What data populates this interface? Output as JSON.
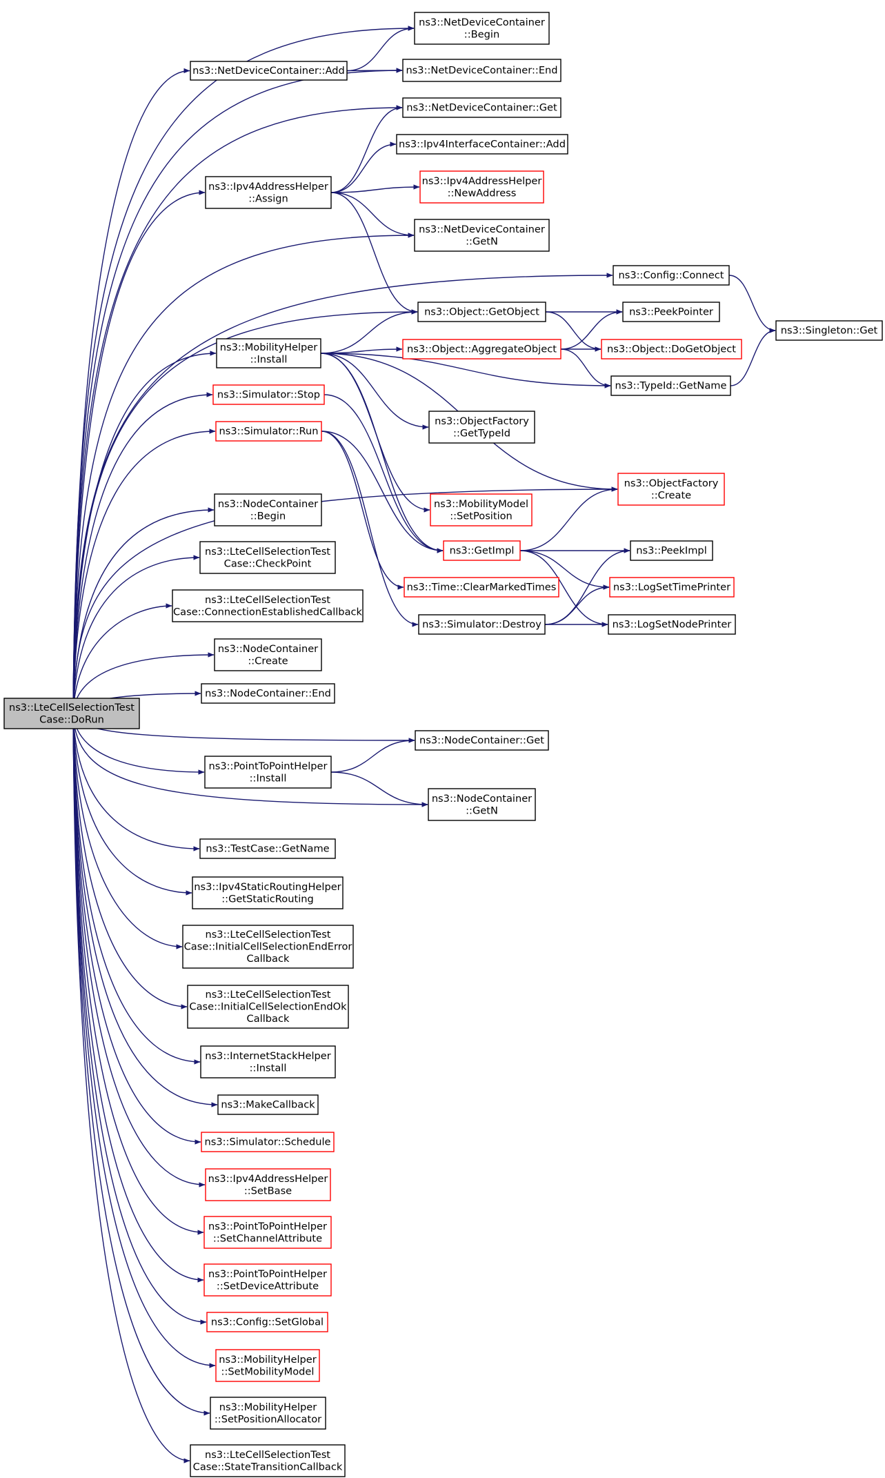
{
  "colors": {
    "edge": "#191970",
    "border_normal": "#000000",
    "border_undocumented": "#ff0000",
    "fill_root": "#bfbfbf",
    "fill_normal": "#ffffff"
  },
  "nodes": [
    {
      "id": "root",
      "lines": [
        "ns3::LteCellSelectionTest",
        "Case::DoRun"
      ],
      "kind": "root"
    },
    {
      "id": "ndcAdd",
      "lines": [
        "ns3::NetDeviceContainer::Add"
      ],
      "kind": "normal"
    },
    {
      "id": "ndcBegin",
      "lines": [
        "ns3::NetDeviceContainer",
        "::Begin"
      ],
      "kind": "normal"
    },
    {
      "id": "ndcEnd",
      "lines": [
        "ns3::NetDeviceContainer::End"
      ],
      "kind": "normal"
    },
    {
      "id": "ndcGet",
      "lines": [
        "ns3::NetDeviceContainer::Get"
      ],
      "kind": "normal"
    },
    {
      "id": "ipv4IcAdd",
      "lines": [
        "ns3::Ipv4InterfaceContainer::Add"
      ],
      "kind": "normal"
    },
    {
      "id": "ipv4Assign",
      "lines": [
        "ns3::Ipv4AddressHelper",
        "::Assign"
      ],
      "kind": "normal"
    },
    {
      "id": "ipv4NewAddr",
      "lines": [
        "ns3::Ipv4AddressHelper",
        "::NewAddress"
      ],
      "kind": "undocumented"
    },
    {
      "id": "ndcGetN",
      "lines": [
        "ns3::NetDeviceContainer",
        "::GetN"
      ],
      "kind": "normal"
    },
    {
      "id": "cfgConnect",
      "lines": [
        "ns3::Config::Connect"
      ],
      "kind": "normal"
    },
    {
      "id": "singletonGet",
      "lines": [
        "ns3::Singleton::Get"
      ],
      "kind": "normal"
    },
    {
      "id": "objGetObject",
      "lines": [
        "ns3::Object::GetObject"
      ],
      "kind": "normal"
    },
    {
      "id": "peekPointer",
      "lines": [
        "ns3::PeekPointer"
      ],
      "kind": "normal"
    },
    {
      "id": "mobInstall",
      "lines": [
        "ns3::MobilityHelper",
        "::Install"
      ],
      "kind": "normal"
    },
    {
      "id": "objAggregate",
      "lines": [
        "ns3::Object::AggregateObject"
      ],
      "kind": "undocumented"
    },
    {
      "id": "objDoGetObject",
      "lines": [
        "ns3::Object::DoGetObject"
      ],
      "kind": "undocumented"
    },
    {
      "id": "typeIdGetName",
      "lines": [
        "ns3::TypeId::GetName"
      ],
      "kind": "normal"
    },
    {
      "id": "simStop",
      "lines": [
        "ns3::Simulator::Stop"
      ],
      "kind": "undocumented"
    },
    {
      "id": "ofGetTypeId",
      "lines": [
        "ns3::ObjectFactory",
        "::GetTypeId"
      ],
      "kind": "normal"
    },
    {
      "id": "simRun",
      "lines": [
        "ns3::Simulator::Run"
      ],
      "kind": "undocumented"
    },
    {
      "id": "ofCreate",
      "lines": [
        "ns3::ObjectFactory",
        "::Create"
      ],
      "kind": "undocumented"
    },
    {
      "id": "ncBegin",
      "lines": [
        "ns3::NodeContainer",
        "::Begin"
      ],
      "kind": "normal"
    },
    {
      "id": "mmSetPos",
      "lines": [
        "ns3::MobilityModel",
        "::SetPosition"
      ],
      "kind": "undocumented"
    },
    {
      "id": "checkPoint",
      "lines": [
        "ns3::LteCellSelectionTest",
        "Case::CheckPoint"
      ],
      "kind": "normal"
    },
    {
      "id": "getImpl",
      "lines": [
        "ns3::GetImpl"
      ],
      "kind": "undocumented"
    },
    {
      "id": "peekImpl",
      "lines": [
        "ns3::PeekImpl"
      ],
      "kind": "normal"
    },
    {
      "id": "connEstab",
      "lines": [
        "ns3::LteCellSelectionTest",
        "Case::ConnectionEstablishedCallback"
      ],
      "kind": "normal"
    },
    {
      "id": "timeClear",
      "lines": [
        "ns3::Time::ClearMarkedTimes"
      ],
      "kind": "undocumented"
    },
    {
      "id": "logTime",
      "lines": [
        "ns3::LogSetTimePrinter"
      ],
      "kind": "undocumented"
    },
    {
      "id": "simDestroy",
      "lines": [
        "ns3::Simulator::Destroy"
      ],
      "kind": "normal"
    },
    {
      "id": "logNode",
      "lines": [
        "ns3::LogSetNodePrinter"
      ],
      "kind": "normal"
    },
    {
      "id": "ncCreate",
      "lines": [
        "ns3::NodeContainer",
        "::Create"
      ],
      "kind": "normal"
    },
    {
      "id": "ncEnd",
      "lines": [
        "ns3::NodeContainer::End"
      ],
      "kind": "normal"
    },
    {
      "id": "ncGet",
      "lines": [
        "ns3::NodeContainer::Get"
      ],
      "kind": "normal"
    },
    {
      "id": "p2pInstall",
      "lines": [
        "ns3::PointToPointHelper",
        "::Install"
      ],
      "kind": "normal"
    },
    {
      "id": "ncGetN",
      "lines": [
        "ns3::NodeContainer",
        "::GetN"
      ],
      "kind": "normal"
    },
    {
      "id": "tcGetName",
      "lines": [
        "ns3::TestCase::GetName"
      ],
      "kind": "normal"
    },
    {
      "id": "ipv4Static",
      "lines": [
        "ns3::Ipv4StaticRoutingHelper",
        "::GetStaticRouting"
      ],
      "kind": "normal"
    },
    {
      "id": "initErr",
      "lines": [
        "ns3::LteCellSelectionTest",
        "Case::InitialCellSelectionEndError",
        "Callback"
      ],
      "kind": "normal"
    },
    {
      "id": "initOk",
      "lines": [
        "ns3::LteCellSelectionTest",
        "Case::InitialCellSelectionEndOk",
        "Callback"
      ],
      "kind": "normal"
    },
    {
      "id": "inetInstall",
      "lines": [
        "ns3::InternetStackHelper",
        "::Install"
      ],
      "kind": "normal"
    },
    {
      "id": "makeCb",
      "lines": [
        "ns3::MakeCallback"
      ],
      "kind": "normal"
    },
    {
      "id": "simSchedule",
      "lines": [
        "ns3::Simulator::Schedule"
      ],
      "kind": "undocumented"
    },
    {
      "id": "ipv4SetBase",
      "lines": [
        "ns3::Ipv4AddressHelper",
        "::SetBase"
      ],
      "kind": "undocumented"
    },
    {
      "id": "p2pChan",
      "lines": [
        "ns3::PointToPointHelper",
        "::SetChannelAttribute"
      ],
      "kind": "undocumented"
    },
    {
      "id": "p2pDev",
      "lines": [
        "ns3::PointToPointHelper",
        "::SetDeviceAttribute"
      ],
      "kind": "undocumented"
    },
    {
      "id": "cfgSetGlobal",
      "lines": [
        "ns3::Config::SetGlobal"
      ],
      "kind": "undocumented"
    },
    {
      "id": "mobSetModel",
      "lines": [
        "ns3::MobilityHelper",
        "::SetMobilityModel"
      ],
      "kind": "undocumented"
    },
    {
      "id": "mobSetPos",
      "lines": [
        "ns3::MobilityHelper",
        "::SetPositionAllocator"
      ],
      "kind": "normal"
    },
    {
      "id": "stateTrans",
      "lines": [
        "ns3::LteCellSelectionTest",
        "Case::StateTransitionCallback"
      ],
      "kind": "normal"
    }
  ],
  "edges": [
    [
      "root",
      "ndcBegin"
    ],
    [
      "root",
      "ndcAdd"
    ],
    [
      "root",
      "ndcEnd"
    ],
    [
      "root",
      "ndcGet"
    ],
    [
      "root",
      "ipv4Assign"
    ],
    [
      "root",
      "ndcGetN"
    ],
    [
      "root",
      "cfgConnect"
    ],
    [
      "root",
      "objGetObject"
    ],
    [
      "root",
      "mobInstall"
    ],
    [
      "root",
      "simStop"
    ],
    [
      "root",
      "simRun"
    ],
    [
      "root",
      "ofCreate"
    ],
    [
      "root",
      "ncBegin"
    ],
    [
      "root",
      "checkPoint"
    ],
    [
      "root",
      "connEstab"
    ],
    [
      "root",
      "ncCreate"
    ],
    [
      "root",
      "ncEnd"
    ],
    [
      "root",
      "ncGet"
    ],
    [
      "root",
      "p2pInstall"
    ],
    [
      "root",
      "ncGetN"
    ],
    [
      "root",
      "tcGetName"
    ],
    [
      "root",
      "ipv4Static"
    ],
    [
      "root",
      "initErr"
    ],
    [
      "root",
      "initOk"
    ],
    [
      "root",
      "inetInstall"
    ],
    [
      "root",
      "makeCb"
    ],
    [
      "root",
      "simSchedule"
    ],
    [
      "root",
      "ipv4SetBase"
    ],
    [
      "root",
      "p2pChan"
    ],
    [
      "root",
      "p2pDev"
    ],
    [
      "root",
      "cfgSetGlobal"
    ],
    [
      "root",
      "mobSetModel"
    ],
    [
      "root",
      "mobSetPos"
    ],
    [
      "root",
      "stateTrans"
    ],
    [
      "ndcAdd",
      "ndcBegin"
    ],
    [
      "ndcAdd",
      "ndcEnd"
    ],
    [
      "ipv4Assign",
      "ndcGet"
    ],
    [
      "ipv4Assign",
      "ipv4IcAdd"
    ],
    [
      "ipv4Assign",
      "ipv4NewAddr"
    ],
    [
      "ipv4Assign",
      "ndcGetN"
    ],
    [
      "ipv4Assign",
      "objGetObject"
    ],
    [
      "cfgConnect",
      "singletonGet"
    ],
    [
      "objGetObject",
      "peekPointer"
    ],
    [
      "objGetObject",
      "objDoGetObject"
    ],
    [
      "mobInstall",
      "objGetObject"
    ],
    [
      "mobInstall",
      "objAggregate"
    ],
    [
      "mobInstall",
      "typeIdGetName"
    ],
    [
      "mobInstall",
      "ofGetTypeId"
    ],
    [
      "mobInstall",
      "ofCreate"
    ],
    [
      "mobInstall",
      "mmSetPos"
    ],
    [
      "mobInstall",
      "getImpl"
    ],
    [
      "objAggregate",
      "peekPointer"
    ],
    [
      "objAggregate",
      "objDoGetObject"
    ],
    [
      "objAggregate",
      "typeIdGetName"
    ],
    [
      "typeIdGetName",
      "singletonGet"
    ],
    [
      "simStop",
      "getImpl"
    ],
    [
      "simRun",
      "getImpl"
    ],
    [
      "simRun",
      "timeClear"
    ],
    [
      "simRun",
      "simDestroy"
    ],
    [
      "getImpl",
      "ofCreate"
    ],
    [
      "getImpl",
      "peekImpl"
    ],
    [
      "getImpl",
      "logTime"
    ],
    [
      "getImpl",
      "logNode"
    ],
    [
      "simDestroy",
      "peekImpl"
    ],
    [
      "simDestroy",
      "logTime"
    ],
    [
      "simDestroy",
      "logNode"
    ],
    [
      "p2pInstall",
      "ncGet"
    ],
    [
      "p2pInstall",
      "ncGetN"
    ]
  ]
}
